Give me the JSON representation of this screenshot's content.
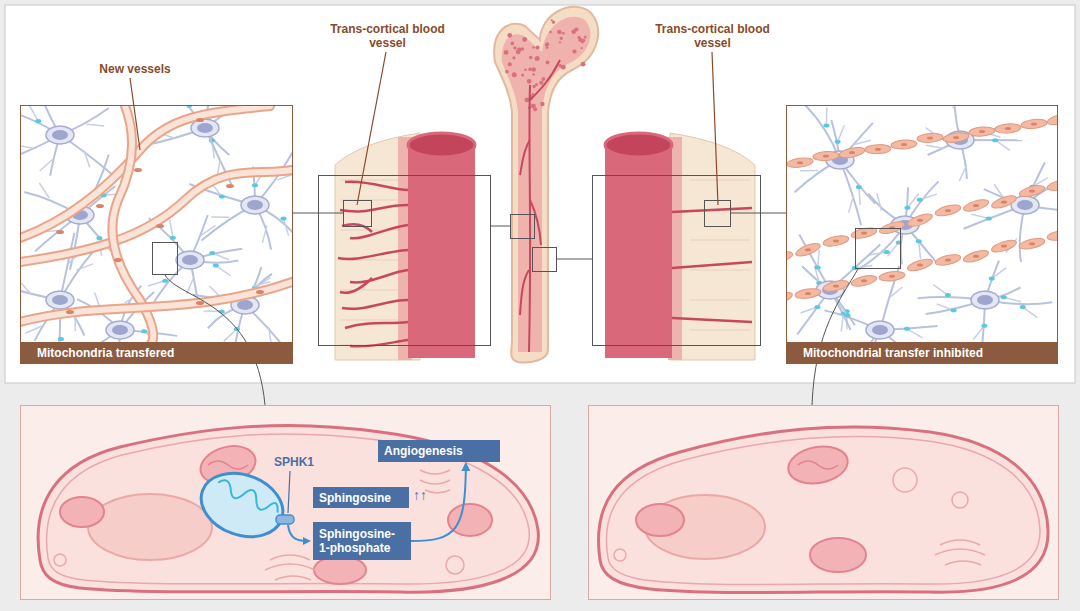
{
  "diagram": {
    "nodes": [
      {
        "text": [
          "Mitochondria transfered"
        ]
      },
      {
        "text": [
          "Mitochondrial transfer inhibited"
        ]
      },
      {
        "text": [
          "Angiogenesis"
        ]
      },
      {
        "text": [
          "Sphingosine"
        ]
      },
      {
        "text": [
          "Sphingosine-1-phosphate"
        ]
      }
    ],
    "edges": [
      {
        "from": 4,
        "to": 2,
        "arrow": "to"
      }
    ],
    "labels": [
      "New vessels",
      "Trans-cortical blood vessel",
      "Trans-cortical blood vessel",
      "SPHK1",
      "↑↑"
    ]
  }
}
